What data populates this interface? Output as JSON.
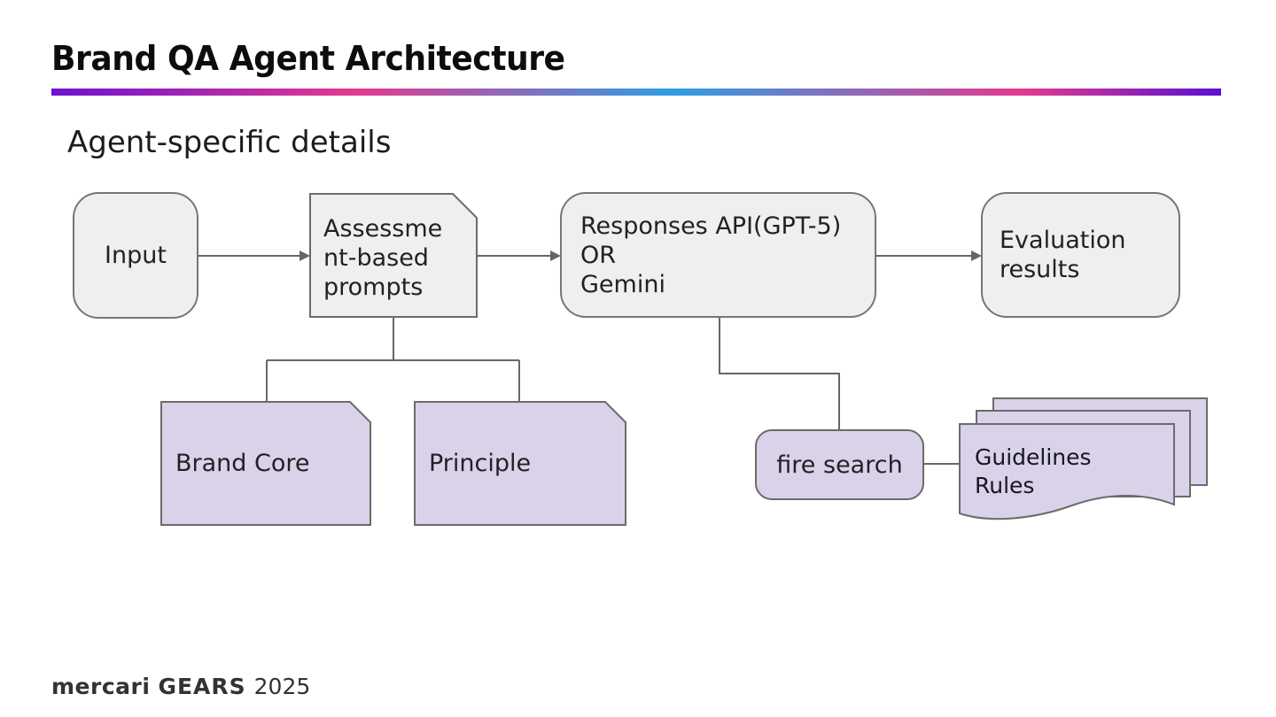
{
  "slide": {
    "title": "Brand QA Agent Architecture",
    "subtitle": "Agent-specific details"
  },
  "nodes": {
    "input": {
      "label": "Input"
    },
    "assessment": {
      "label": "Assessme\nnt-based\nprompts"
    },
    "llm": {
      "label": "Responses API(GPT-5)\nOR\nGemini"
    },
    "evaluation": {
      "label": "Evaluation\nresults"
    },
    "brand_core": {
      "label": "Brand Core"
    },
    "principle": {
      "label": "Principle"
    },
    "fire_search": {
      "label": "fire search"
    },
    "guidelines": {
      "label": "Guidelines\nRules"
    }
  },
  "footer": {
    "brand": "mercari",
    "product": "GEARS",
    "year": "2025"
  },
  "colors": {
    "accent_gradient": [
      "#6D12D2",
      "#E4398F",
      "#2F9EE4",
      "#E4398F",
      "#5B10D1"
    ],
    "node_gray_fill": "#EFEFEF",
    "node_purple_fill": "#D9D2E9",
    "node_border": "#707070",
    "connector": "#666666",
    "text": "#212126"
  }
}
